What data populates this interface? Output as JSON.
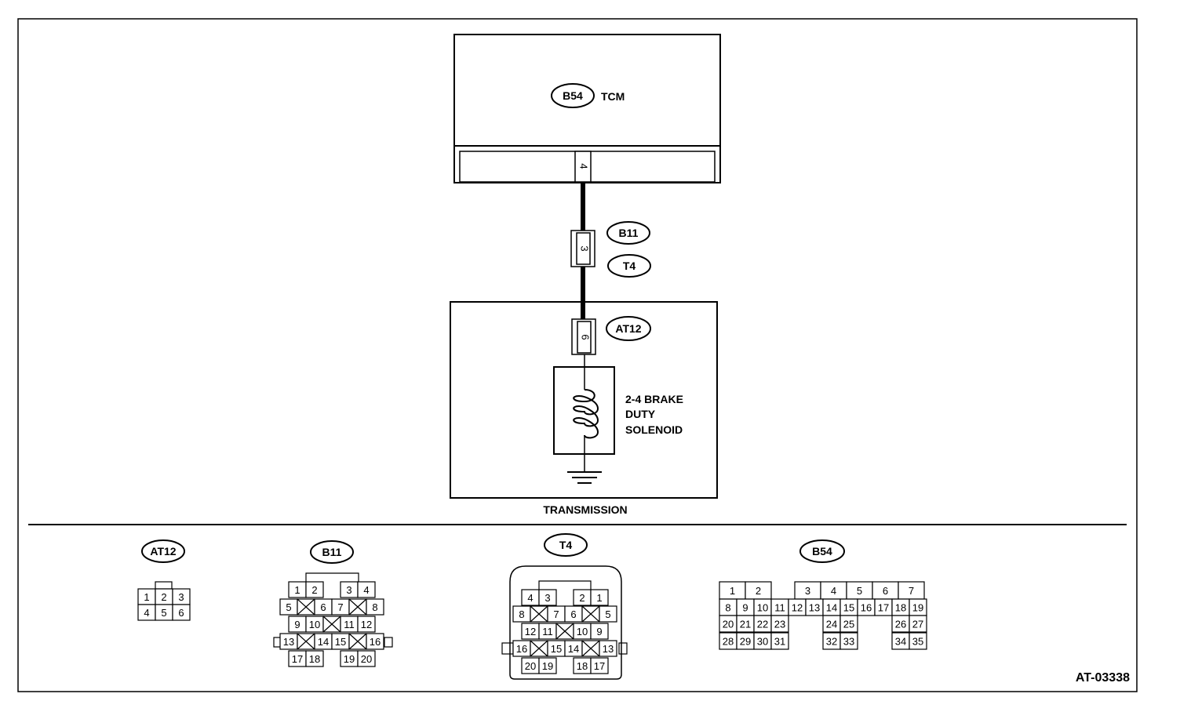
{
  "tcm": {
    "connector": "B54",
    "label": "TCM",
    "pin": "4"
  },
  "harness": {
    "connector_top": "B11",
    "connector_bottom": "T4",
    "pin": "3"
  },
  "transmission": {
    "label": "TRANSMISSION",
    "connector": "AT12",
    "pin": "6",
    "solenoid_lines": [
      "2-4 BRAKE",
      "DUTY",
      "SOLENOID"
    ]
  },
  "connectors": {
    "at12": {
      "name": "AT12",
      "pins": [
        "1",
        "2",
        "3",
        "4",
        "5",
        "6"
      ]
    },
    "b11": {
      "name": "B11",
      "pins": [
        "1",
        "2",
        "3",
        "4",
        "5",
        "6",
        "7",
        "8",
        "9",
        "10",
        "11",
        "12",
        "13",
        "14",
        "15",
        "16",
        "17",
        "18",
        "19",
        "20"
      ]
    },
    "t4": {
      "name": "T4",
      "pins": [
        "4",
        "3",
        "2",
        "1",
        "8",
        "7",
        "6",
        "5",
        "12",
        "11",
        "10",
        "9",
        "16",
        "15",
        "14",
        "13",
        "20",
        "19",
        "18",
        "17"
      ]
    },
    "b54": {
      "name": "B54",
      "pins": [
        "1",
        "2",
        "3",
        "4",
        "5",
        "6",
        "7",
        "8",
        "9",
        "10",
        "11",
        "12",
        "13",
        "14",
        "15",
        "16",
        "17",
        "18",
        "19",
        "20",
        "21",
        "22",
        "23",
        "24",
        "25",
        "26",
        "27",
        "28",
        "29",
        "30",
        "31",
        "32",
        "33",
        "34",
        "35"
      ]
    }
  },
  "figure_code": "AT-03338"
}
